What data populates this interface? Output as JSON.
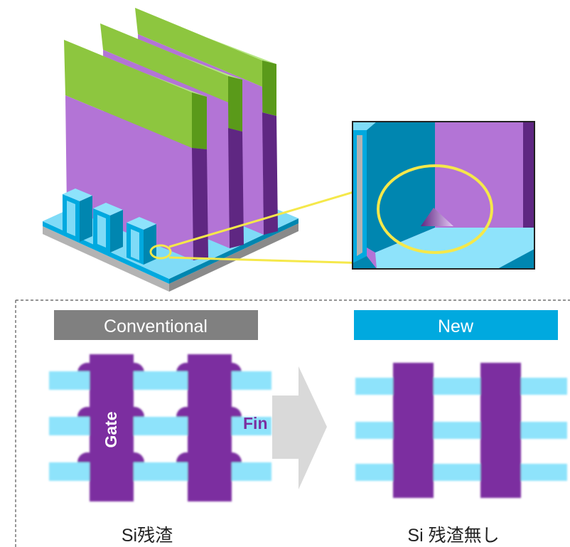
{
  "labels": {
    "conventional": "Conventional",
    "new": "New",
    "gate": "Gate",
    "fin": "Fin",
    "caption_left": "Si残渣",
    "caption_right": "Si 残渣無し"
  },
  "colors": {
    "gate_top": "#8DC63F",
    "gate_front": "#B374D6",
    "gate_side": "#5F2782",
    "fin_cyan": "#5AD3F7",
    "fin_teal": "#0086B0",
    "base_grey": "#B3B3B3",
    "gate_plan": "#7B2FA0",
    "fin_plan": "#8EE3FB",
    "header_grey": "#808080",
    "header_blue": "#00A9DF",
    "zoom_yellow": "#F5E84A"
  }
}
